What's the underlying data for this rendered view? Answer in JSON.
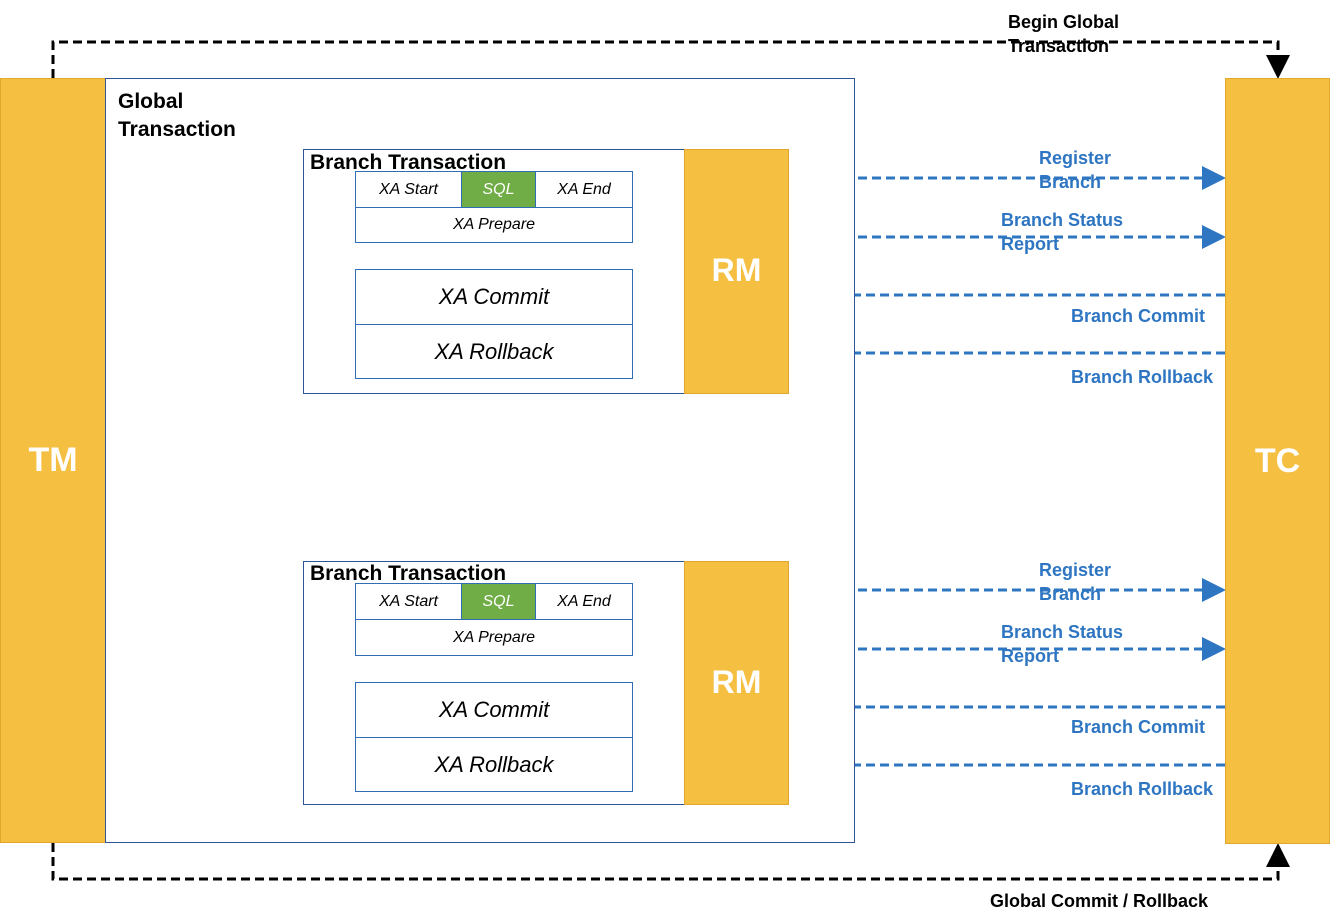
{
  "tm": {
    "label": "TM"
  },
  "tc": {
    "label": "TC"
  },
  "global": {
    "title": "Global\nTransaction"
  },
  "begin_label": "Begin Global\nTransaction",
  "end_label": "Global Commit / Rollback",
  "branches": [
    {
      "title": "Branch Transaction",
      "xa_start": "XA Start",
      "sql": "SQL",
      "xa_end": "XA End",
      "xa_prepare": "XA Prepare",
      "xa_commit": "XA Commit",
      "xa_rollback": "XA Rollback",
      "rm": "RM",
      "register": "Register\nBranch",
      "status": "Branch Status\nReport",
      "commit": "Branch Commit",
      "rollback": "Branch Rollback"
    },
    {
      "title": "Branch Transaction",
      "xa_start": "XA Start",
      "sql": "SQL",
      "xa_end": "XA End",
      "xa_prepare": "XA Prepare",
      "xa_commit": "XA Commit",
      "xa_rollback": "XA Rollback",
      "rm": "RM",
      "register": "Register\nBranch",
      "status": "Branch Status\nReport",
      "commit": "Branch Commit",
      "rollback": "Branch Rollback"
    }
  ],
  "colors": {
    "bar": "#F5BF42",
    "border": "#2F5597",
    "arrow": "#2E75C2",
    "sql": "#70AD47"
  }
}
